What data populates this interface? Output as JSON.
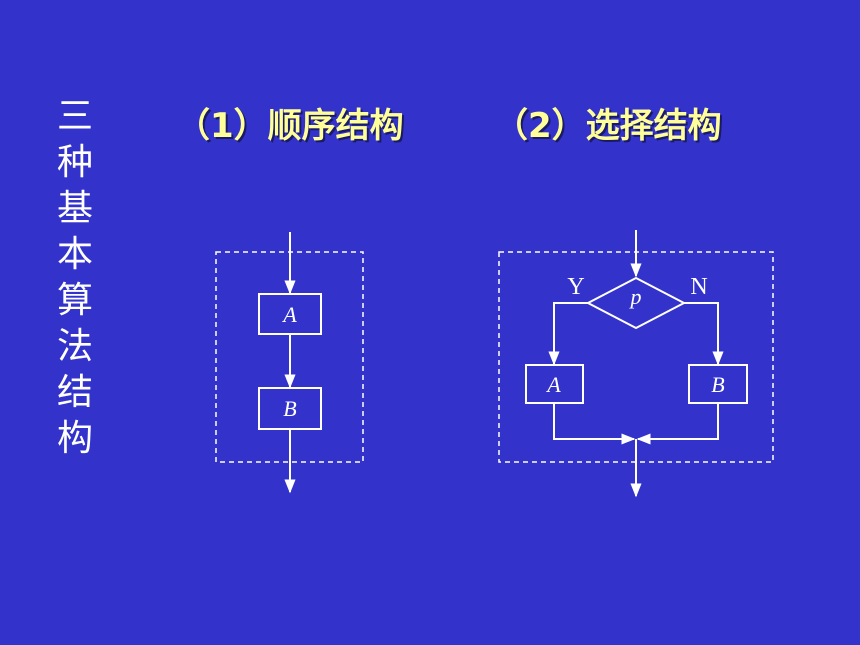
{
  "side_title": [
    "三",
    "种",
    "基",
    "本",
    "算",
    "法",
    "结",
    "构"
  ],
  "headings": {
    "sequence": "（1）顺序结构",
    "selection": "（2）选择结构"
  },
  "sequence_diagram": {
    "box_a": "A",
    "box_b": "B"
  },
  "selection_diagram": {
    "condition": "p",
    "yes_label": "Y",
    "no_label": "N",
    "box_a": "A",
    "box_b": "B"
  },
  "colors": {
    "background": "#3333cc",
    "heading_text": "#ffff99",
    "lines": "#ffffff"
  }
}
